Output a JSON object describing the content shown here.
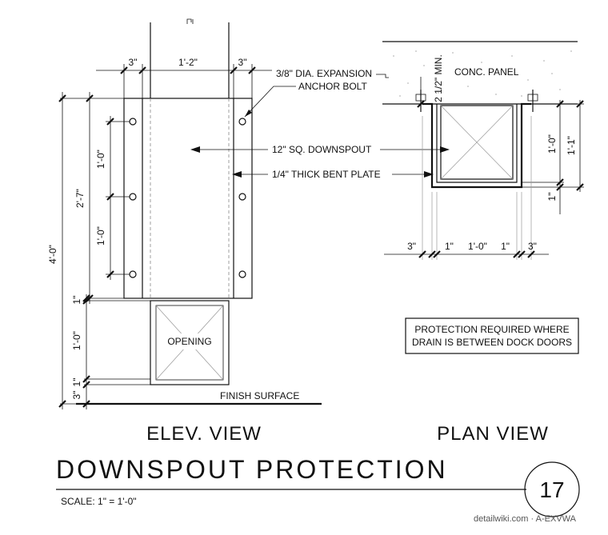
{
  "elevation": {
    "dims": {
      "top_left": "3\"",
      "top_center": "1'-2\"",
      "top_right": "3\"",
      "overall_height": "4'-0\"",
      "plate_height": "2'-7\"",
      "bolt_spacing_upper": "1'-0\"",
      "bolt_spacing_lower": "1'-0\"",
      "gap_top": "1\"",
      "opening_height": "1'-0\"",
      "gap_bottom": "1\"",
      "base": "3\""
    },
    "callouts": {
      "anchor_line1": "3/8\" DIA. EXPANSION",
      "anchor_line2": "ANCHOR BOLT",
      "downspout": "12\" SQ. DOWNSPOUT",
      "plate": "1/4\" THICK BENT PLATE"
    },
    "opening_label": "OPENING",
    "finish_surface": "FINISH SURFACE",
    "view_title": "ELEV. VIEW"
  },
  "plan": {
    "conc_panel": "CONC. PANEL",
    "dims": {
      "min_clearance": "2 1/2\" MIN.",
      "inner_depth": "1'-0\"",
      "outer_depth": "1'-1\"",
      "plate_thk": "1\"",
      "bottom": [
        "3\"",
        "1\"",
        "1'-0\"",
        "1\"",
        "3\""
      ]
    },
    "view_title": "PLAN VIEW"
  },
  "note": {
    "line1": "PROTECTION REQUIRED WHERE",
    "line2": "DRAIN IS BETWEEN DOCK DOORS"
  },
  "title_block": {
    "title": "DOWNSPOUT PROTECTION",
    "scale": "SCALE: 1\" = 1'-0\"",
    "detail_number": "17"
  },
  "credit": "detailwiki.com · A-EXVWA"
}
